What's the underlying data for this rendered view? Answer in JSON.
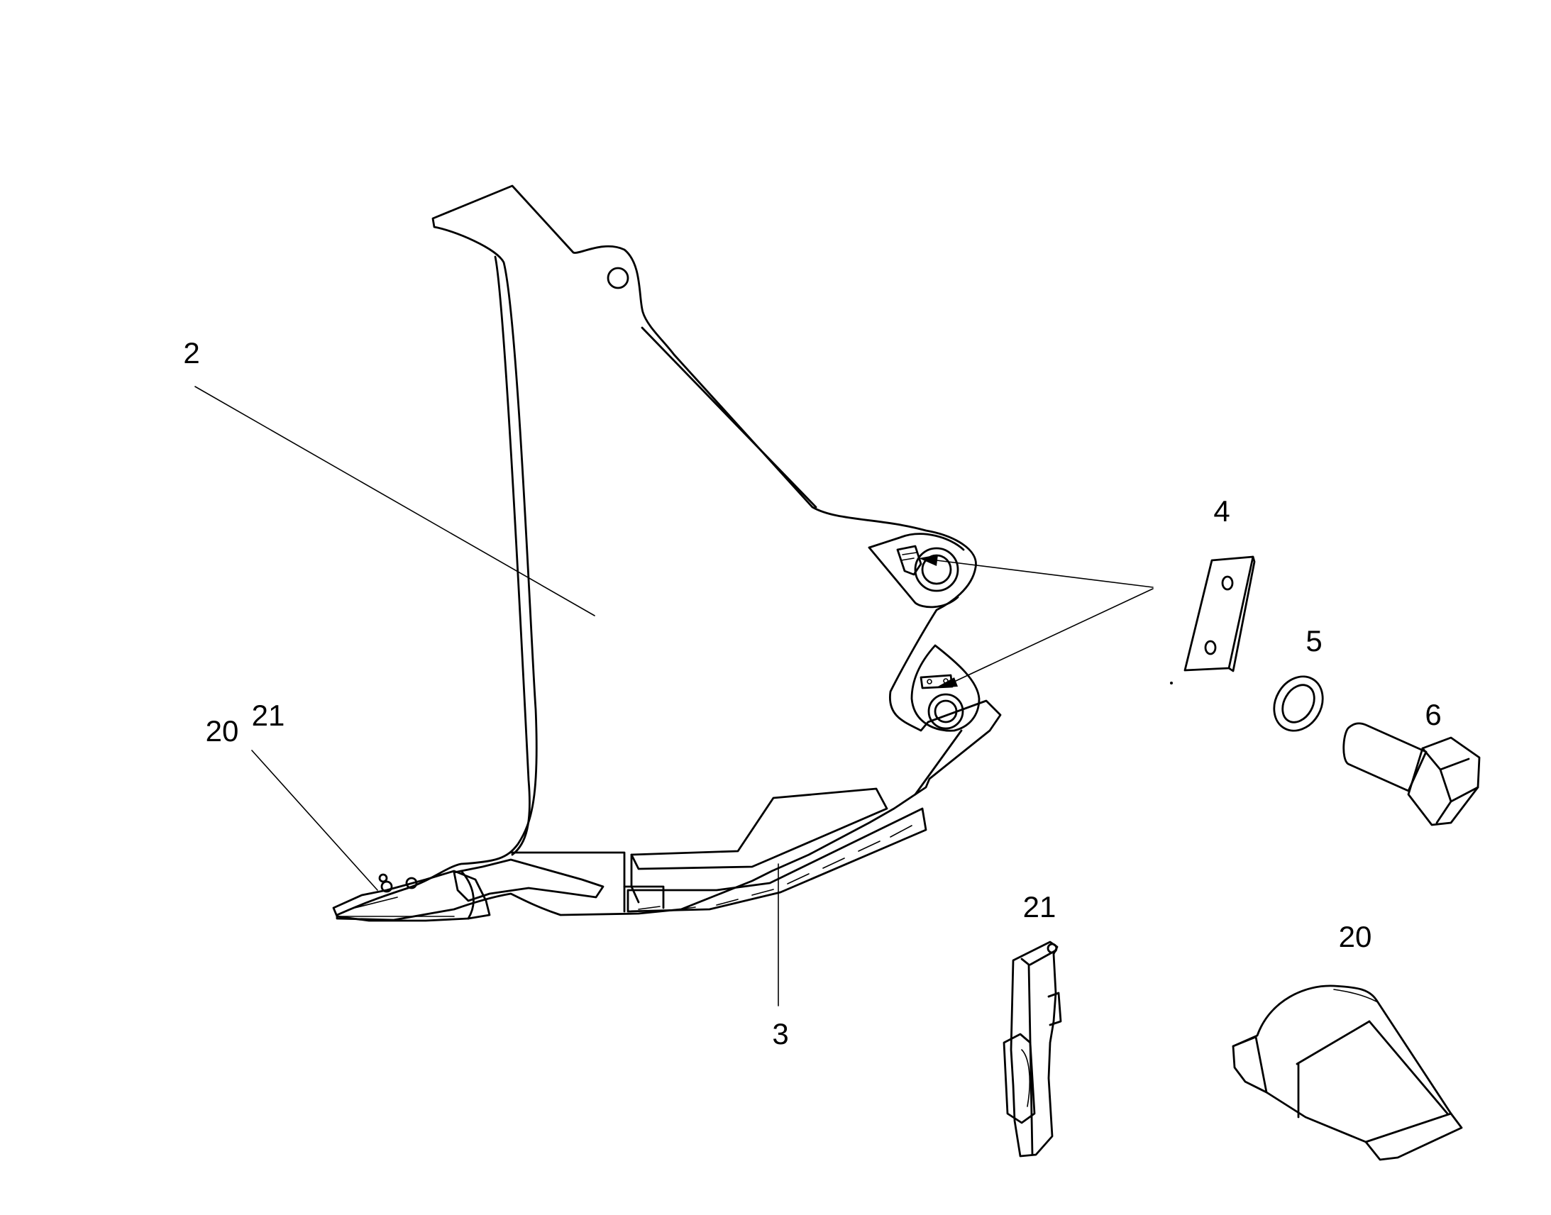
{
  "callouts": {
    "bucket": "2",
    "cutting_edge": "3",
    "plate": "4",
    "washer": "5",
    "bolt": "6",
    "tooth_on_bucket": "20",
    "adapter_on_bucket": "21",
    "adapter_detail": "21",
    "tooth_detail": "20"
  }
}
